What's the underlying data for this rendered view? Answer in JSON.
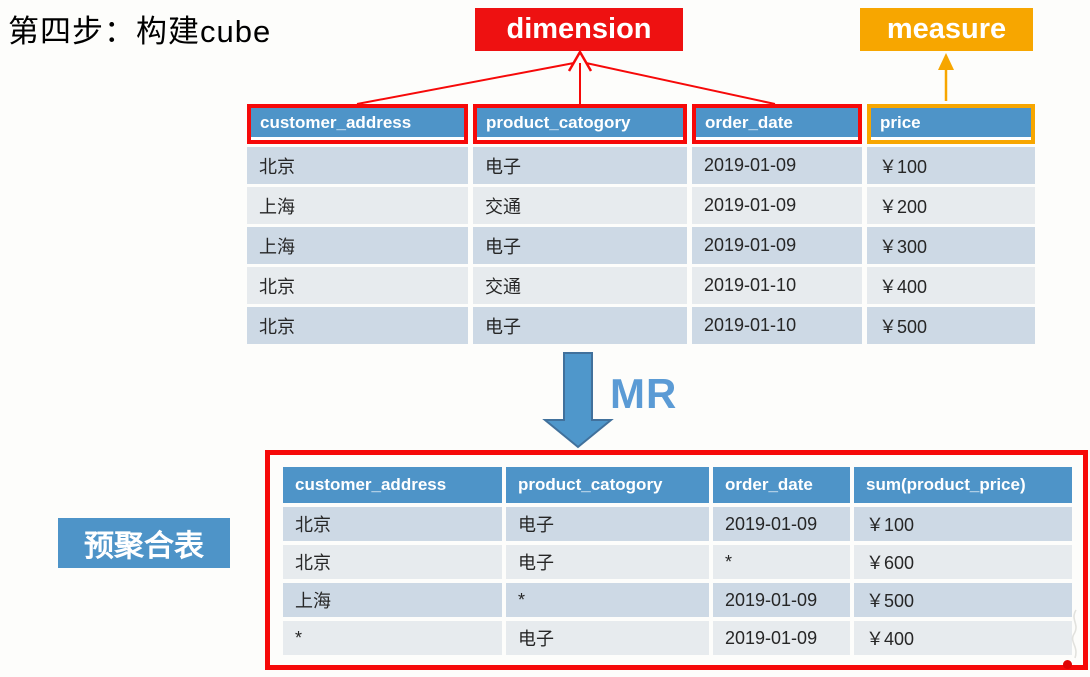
{
  "title": "第四步：构建cube",
  "dimension_label": "dimension",
  "measure_label": "measure",
  "mr_label": "MR",
  "pre_agg_label": "预聚合表",
  "colors": {
    "red": "#ee1111",
    "orange": "#f7a600",
    "header_blue": "#4e94c8",
    "row_dark": "#cdd9e5",
    "row_light": "#e7ebee",
    "mr_arrow_blue": "#4f97cb",
    "mr_text_blue": "#5b9bd5"
  },
  "source_table": {
    "headers": [
      "customer_address",
      "product_catogory",
      "order_date",
      "price"
    ],
    "rows": [
      [
        "北京",
        "电子",
        "2019-01-09",
        "￥100"
      ],
      [
        "上海",
        "交通",
        "2019-01-09",
        "￥200"
      ],
      [
        "上海",
        "电子",
        "2019-01-09",
        "￥300"
      ],
      [
        "北京",
        "交通",
        "2019-01-10",
        "￥400"
      ],
      [
        "北京",
        "电子",
        "2019-01-10",
        "￥500"
      ]
    ]
  },
  "agg_table": {
    "headers": [
      "customer_address",
      "product_catogory",
      "order_date",
      "sum(product_price)"
    ],
    "rows": [
      [
        "北京",
        "电子",
        "2019-01-09",
        "￥100"
      ],
      [
        "北京",
        "电子",
        "*",
        "￥600"
      ],
      [
        "上海",
        "*",
        "2019-01-09",
        "￥500"
      ],
      [
        "*",
        "电子",
        "2019-01-09",
        "￥400"
      ]
    ]
  }
}
